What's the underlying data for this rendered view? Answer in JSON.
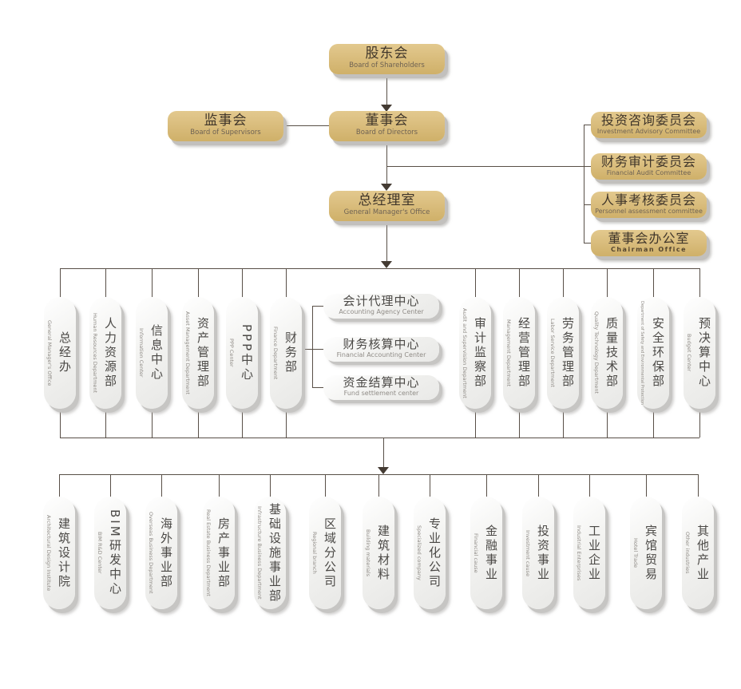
{
  "nodes": {
    "shareholders": {
      "zh": "股东会",
      "en": "Board of Shareholders"
    },
    "supervisors": {
      "zh": "监事会",
      "en": "Board of Supervisors"
    },
    "directors": {
      "zh": "董事会",
      "en": "Board of Directors"
    },
    "gm_office": {
      "zh": "总经理室",
      "en": "General Manager's Office"
    }
  },
  "committees": [
    {
      "zh": "投资咨询委员会",
      "en": "Investment Advisory Committee"
    },
    {
      "zh": "财务审计委员会",
      "en": "Financial Audit Committee"
    },
    {
      "zh": "人事考核委员会",
      "en": "Personnel assessment committee"
    },
    {
      "zh": "董事会办公室",
      "en": "Chairman Office"
    }
  ],
  "departments": [
    {
      "zh": "总经办",
      "en": "General Manager's Office"
    },
    {
      "zh": "人力资源部",
      "en": "Human Resources Department"
    },
    {
      "zh": "信息中心",
      "en": "Information Center"
    },
    {
      "zh": "资产管理部",
      "en": "Asset Management Department"
    },
    {
      "zh": "PPP中心",
      "en": "PPP Center"
    },
    {
      "zh": "财务部",
      "en": "Finance Department"
    },
    {
      "zh": "审计监察部",
      "en": "Audit and Supervision Department"
    },
    {
      "zh": "经营管理部",
      "en": "Management Department"
    },
    {
      "zh": "劳务管理部",
      "en": "Labor Service Department"
    },
    {
      "zh": "质量技术部",
      "en": "Quality Technology Department"
    },
    {
      "zh": "安全环保部",
      "en": "Department of Safety and Environmental Protection"
    },
    {
      "zh": "预决算中心",
      "en": "Budget Center"
    }
  ],
  "finance_centers": [
    {
      "zh": "会计代理中心",
      "en": "Accounting Agency Center"
    },
    {
      "zh": "财务核算中心",
      "en": "Financial Accounting Center"
    },
    {
      "zh": "资金结算中心",
      "en": "Fund settlement center"
    }
  ],
  "subsidiaries": [
    {
      "zh": "建筑设计院",
      "en": "Architectural Design Institute"
    },
    {
      "zh": "BIM研发中心",
      "en": "BIM R&D Center"
    },
    {
      "zh": "海外事业部",
      "en": "Overseas Business Department"
    },
    {
      "zh": "房产事业部",
      "en": "Real Estate Business Department"
    },
    {
      "zh": "基础设施事业部",
      "en": "Infrastructure Business Department"
    },
    {
      "zh": "区域分公司",
      "en": "Regional branch"
    },
    {
      "zh": "建筑材料",
      "en": "Building materials"
    },
    {
      "zh": "专业化公司",
      "en": "Specialized company"
    },
    {
      "zh": "金融事业",
      "en": "Financial cause"
    },
    {
      "zh": "投资事业",
      "en": "Investment cause"
    },
    {
      "zh": "工业企业",
      "en": "Industrial Enterprises"
    },
    {
      "zh": "宾馆贸易",
      "en": "Hotel Trade"
    },
    {
      "zh": "其他产业",
      "en": "Other industries"
    }
  ],
  "colors": {
    "gold": "#d8bb7a",
    "pill_gray": "#efefed",
    "line": "#584f47",
    "shadow": "#c2c0bd"
  }
}
